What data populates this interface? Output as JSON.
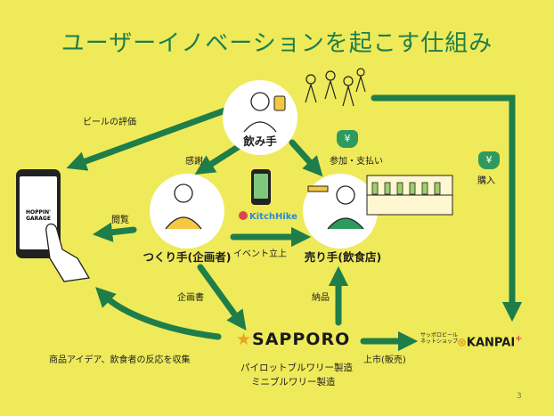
{
  "title": "ユーザーイノベーションを起こす仕組み",
  "nodes": {
    "drinker": "飲み手",
    "creator": "つくり手(企画者)",
    "seller": "売り手(飲食店)"
  },
  "edges": {
    "beer_review": "ビールの評価",
    "thanks": "感謝",
    "view": "閲覧",
    "event": "イベント立上",
    "participation_payment": "参加・支払い",
    "purchase": "購入",
    "proposal": "企画書",
    "delivery": "納品",
    "collect_feedback": "商品アイデア、飲食者の反応を収集",
    "market_launch": "上市(販売)"
  },
  "logos": {
    "kitchhike": "KitchHike",
    "sapporo": "SAPPORO",
    "kanpai": "KANPAI",
    "kanpai_plus": "+",
    "kanpai_sub_1": "サッポロビール",
    "kanpai_sub_2": "ネットショップ",
    "phone_screen": "HOPPIN' GARAGE",
    "yen": "¥"
  },
  "sapporo_sub": {
    "line1": "パイロットブルワリー製造",
    "line2": "ミニブルワリー製造"
  },
  "page_number": "3",
  "colors": {
    "background": "#eeea5a",
    "arrow": "#1f7d4a",
    "title": "#1f7d4a",
    "node_fill": "#ffffff",
    "wallet": "#2f9a5e"
  }
}
